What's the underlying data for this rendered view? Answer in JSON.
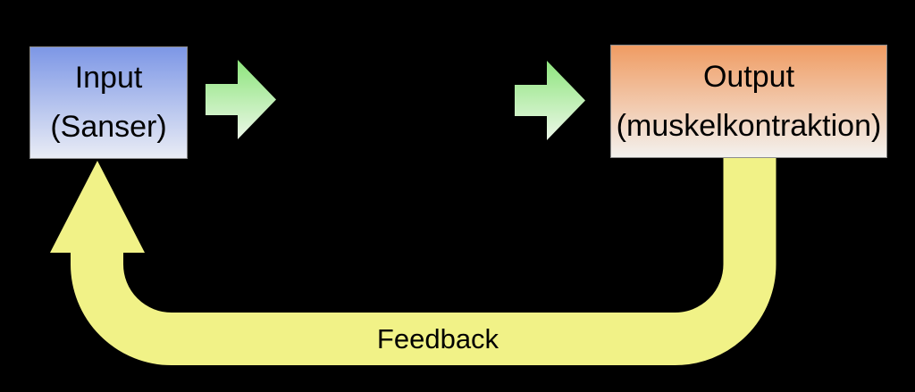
{
  "canvas": {
    "background": "#000000"
  },
  "colors": {
    "input_top": "#7d97e6",
    "input_bottom": "#e9ecf5",
    "output_top": "#f09c63",
    "output_bottom": "#f3f1ee",
    "green_top": "#8ce47b",
    "green_bottom": "#edf8e9",
    "yellow": "#f1f287",
    "text": "#000000"
  },
  "nodes": {
    "input": {
      "line1": "Input",
      "line2": "(Sanser)"
    },
    "output": {
      "line1": "Output",
      "line2": "(muskelkontraktion)"
    }
  },
  "feedback": {
    "label": "Feedback"
  }
}
